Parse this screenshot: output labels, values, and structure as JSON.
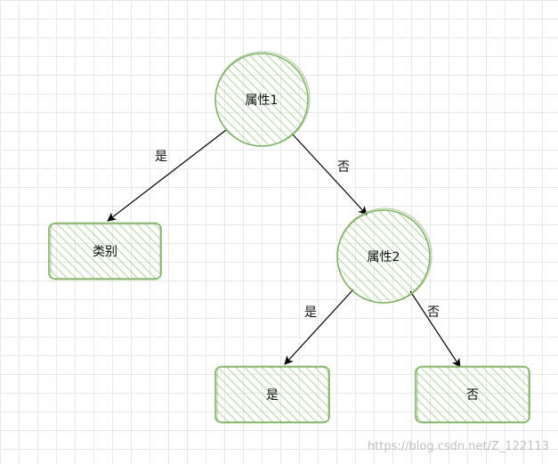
{
  "diagram": {
    "nodes": {
      "attr1": {
        "label": "属性1"
      },
      "class_leaf": {
        "label": "类别"
      },
      "attr2": {
        "label": "属性2"
      },
      "yes_leaf": {
        "label": "是"
      },
      "no_leaf": {
        "label": "否"
      }
    },
    "edges": {
      "attr1_yes": {
        "label": "是"
      },
      "attr1_no": {
        "label": "否"
      },
      "attr2_yes": {
        "label": "是"
      },
      "attr2_no": {
        "label": "否"
      }
    }
  },
  "watermark": "https://blog.csdn.net/Z_122113",
  "colors": {
    "node_stroke": "#82b366",
    "node_fill": "#d5e8d4",
    "arrow": "#000000"
  }
}
